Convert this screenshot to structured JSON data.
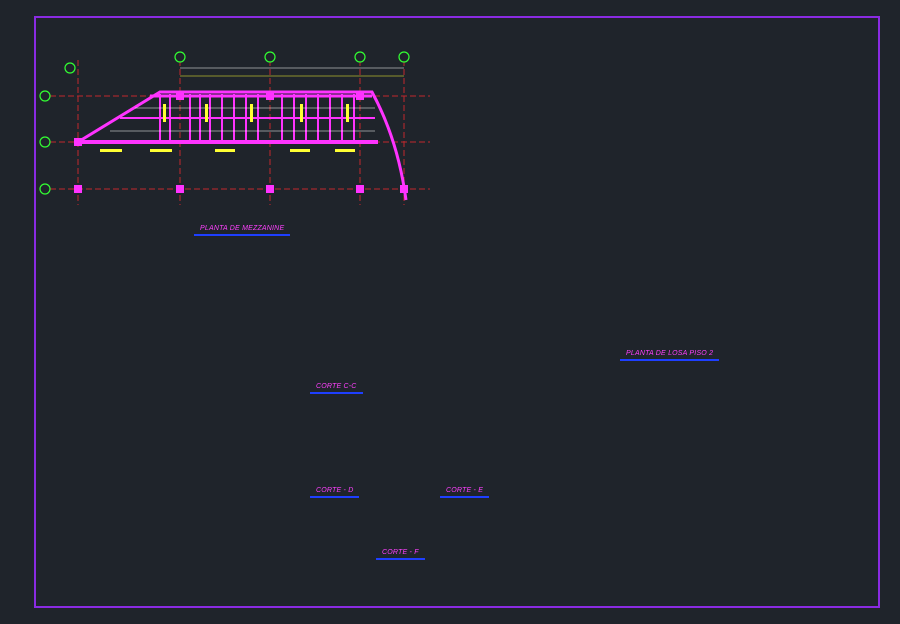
{
  "sheet": {
    "labels": {
      "mezzanine": "PLANTA DE MEZZANINE",
      "slab": "PLANTA DE LOSA PISO 2",
      "section_c": "CORTE C-C",
      "section_d": "CORTE - D",
      "section_e": "CORTE - E",
      "section_f": "CORTE - F"
    }
  },
  "colors": {
    "background": "#1f242b",
    "border": "#8a2be2",
    "structure": "#ff33ff",
    "beams": "#d11a2a",
    "dims": "#ffff33",
    "grid_bubbles": "#33ff33",
    "cut": "#2050ff"
  }
}
